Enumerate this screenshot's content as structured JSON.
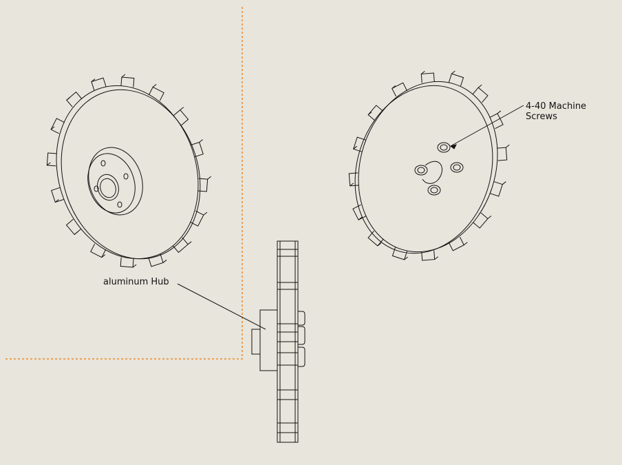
{
  "callouts": {
    "hub": "aluminum Hub",
    "screws_line1": "4-40 Machine",
    "screws_line2": "Screws"
  },
  "colors": {
    "sheet_background": "#e7e5dc",
    "line": "#111111",
    "view_boundary": "#f08a24"
  },
  "views": [
    {
      "name": "isometric-back",
      "features": [
        "sprocket-disc",
        "grouser-teeth",
        "aluminum-hub"
      ]
    },
    {
      "name": "isometric-front",
      "features": [
        "sprocket-disc",
        "grouser-teeth",
        "machine-screws"
      ]
    },
    {
      "name": "side",
      "features": [
        "sprocket-rim",
        "aluminum-hub",
        "screw-heads"
      ]
    }
  ]
}
